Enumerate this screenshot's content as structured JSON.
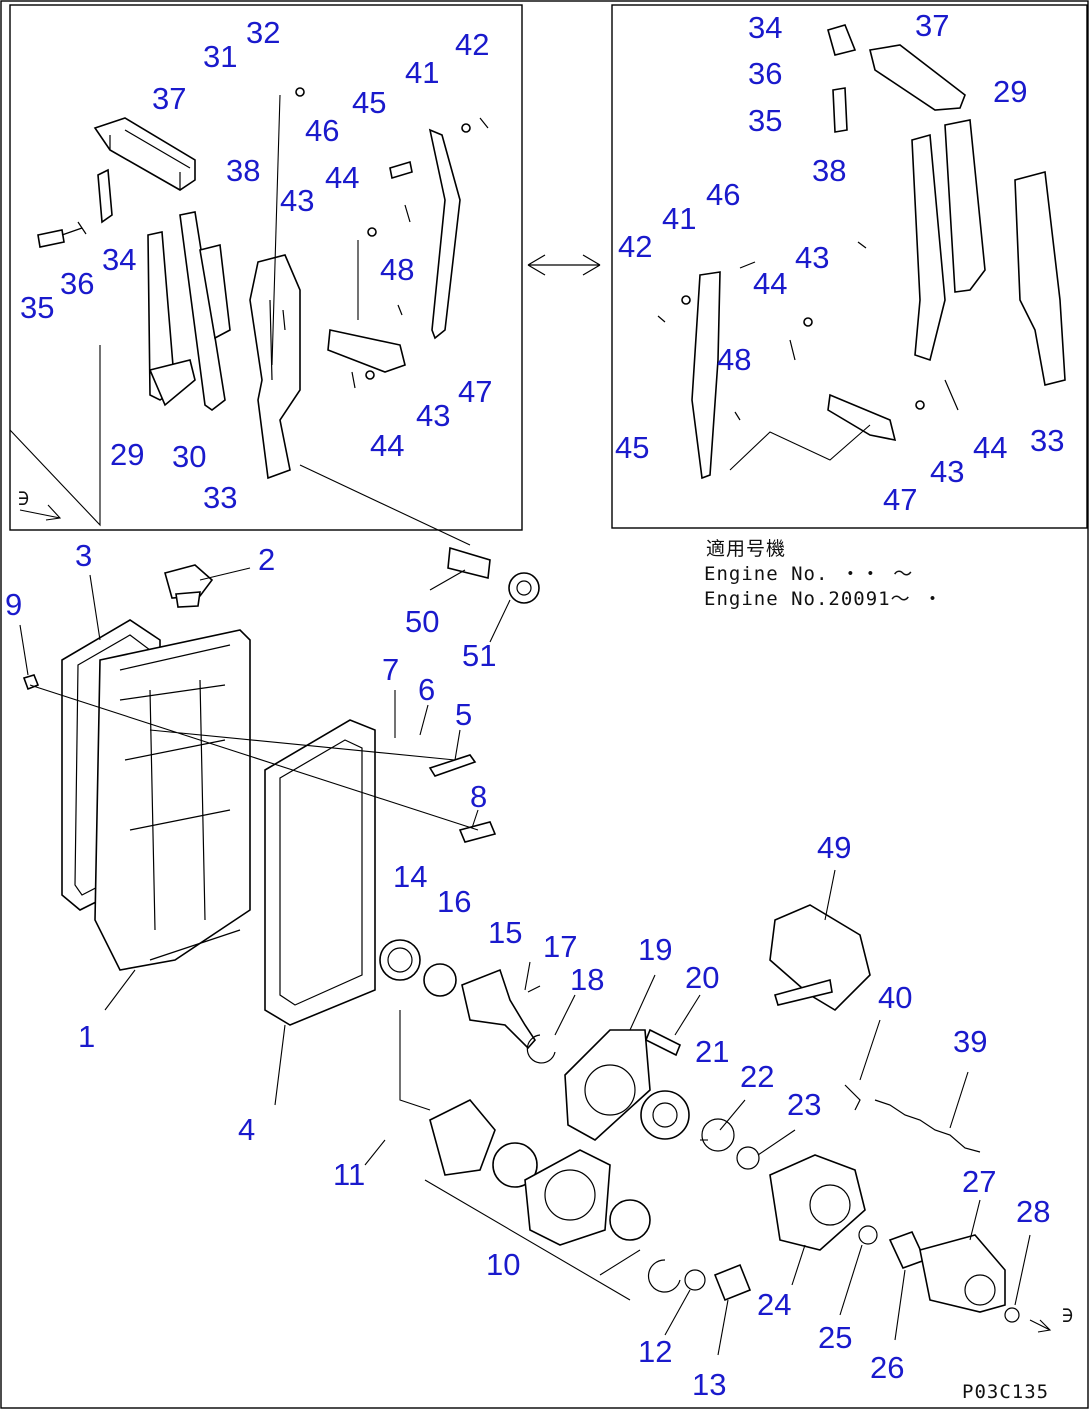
{
  "figure": {
    "drawing_code": "P03C135",
    "applicability_note": {
      "heading": "適用号機",
      "line1": "Engine No. ・・ ～",
      "line2": "Engine No.20091～ ・"
    }
  },
  "callouts": {
    "c1": "1",
    "c2": "2",
    "c3": "3",
    "c4": "4",
    "c5": "5",
    "c6": "6",
    "c7": "7",
    "c8": "8",
    "c9": "9",
    "c10": "10",
    "c11": "11",
    "c12": "12",
    "c13": "13",
    "c14": "14",
    "c15": "15",
    "c16": "16",
    "c17": "17",
    "c18": "18",
    "c19": "19",
    "c20": "20",
    "c21": "21",
    "c22": "22",
    "c23": "23",
    "c24": "24",
    "c25": "25",
    "c26": "26",
    "c27": "27",
    "c28": "28",
    "c39": "39",
    "c40": "40",
    "c49": "49",
    "c50": "50",
    "c51": "51",
    "l29": "29",
    "l30": "30",
    "l31": "31",
    "l32": "32",
    "l33": "33",
    "l34": "34",
    "l35": "35",
    "l36": "36",
    "l37": "37",
    "l38": "38",
    "l41": "41",
    "l42": "42",
    "l43a": "43",
    "l43b": "43",
    "l44a": "44",
    "l44b": "44",
    "l45": "45",
    "l46": "46",
    "l47": "47",
    "l48": "48",
    "r29": "29",
    "r33": "33",
    "r34": "34",
    "r35": "35",
    "r36": "36",
    "r37": "37",
    "r38": "38",
    "r41": "41",
    "r42": "42",
    "r43a": "43",
    "r43b": "43",
    "r44a": "44",
    "r44b": "44",
    "r45": "45",
    "r46": "46",
    "r47": "47",
    "r48": "48"
  },
  "ref_mark": "∋"
}
